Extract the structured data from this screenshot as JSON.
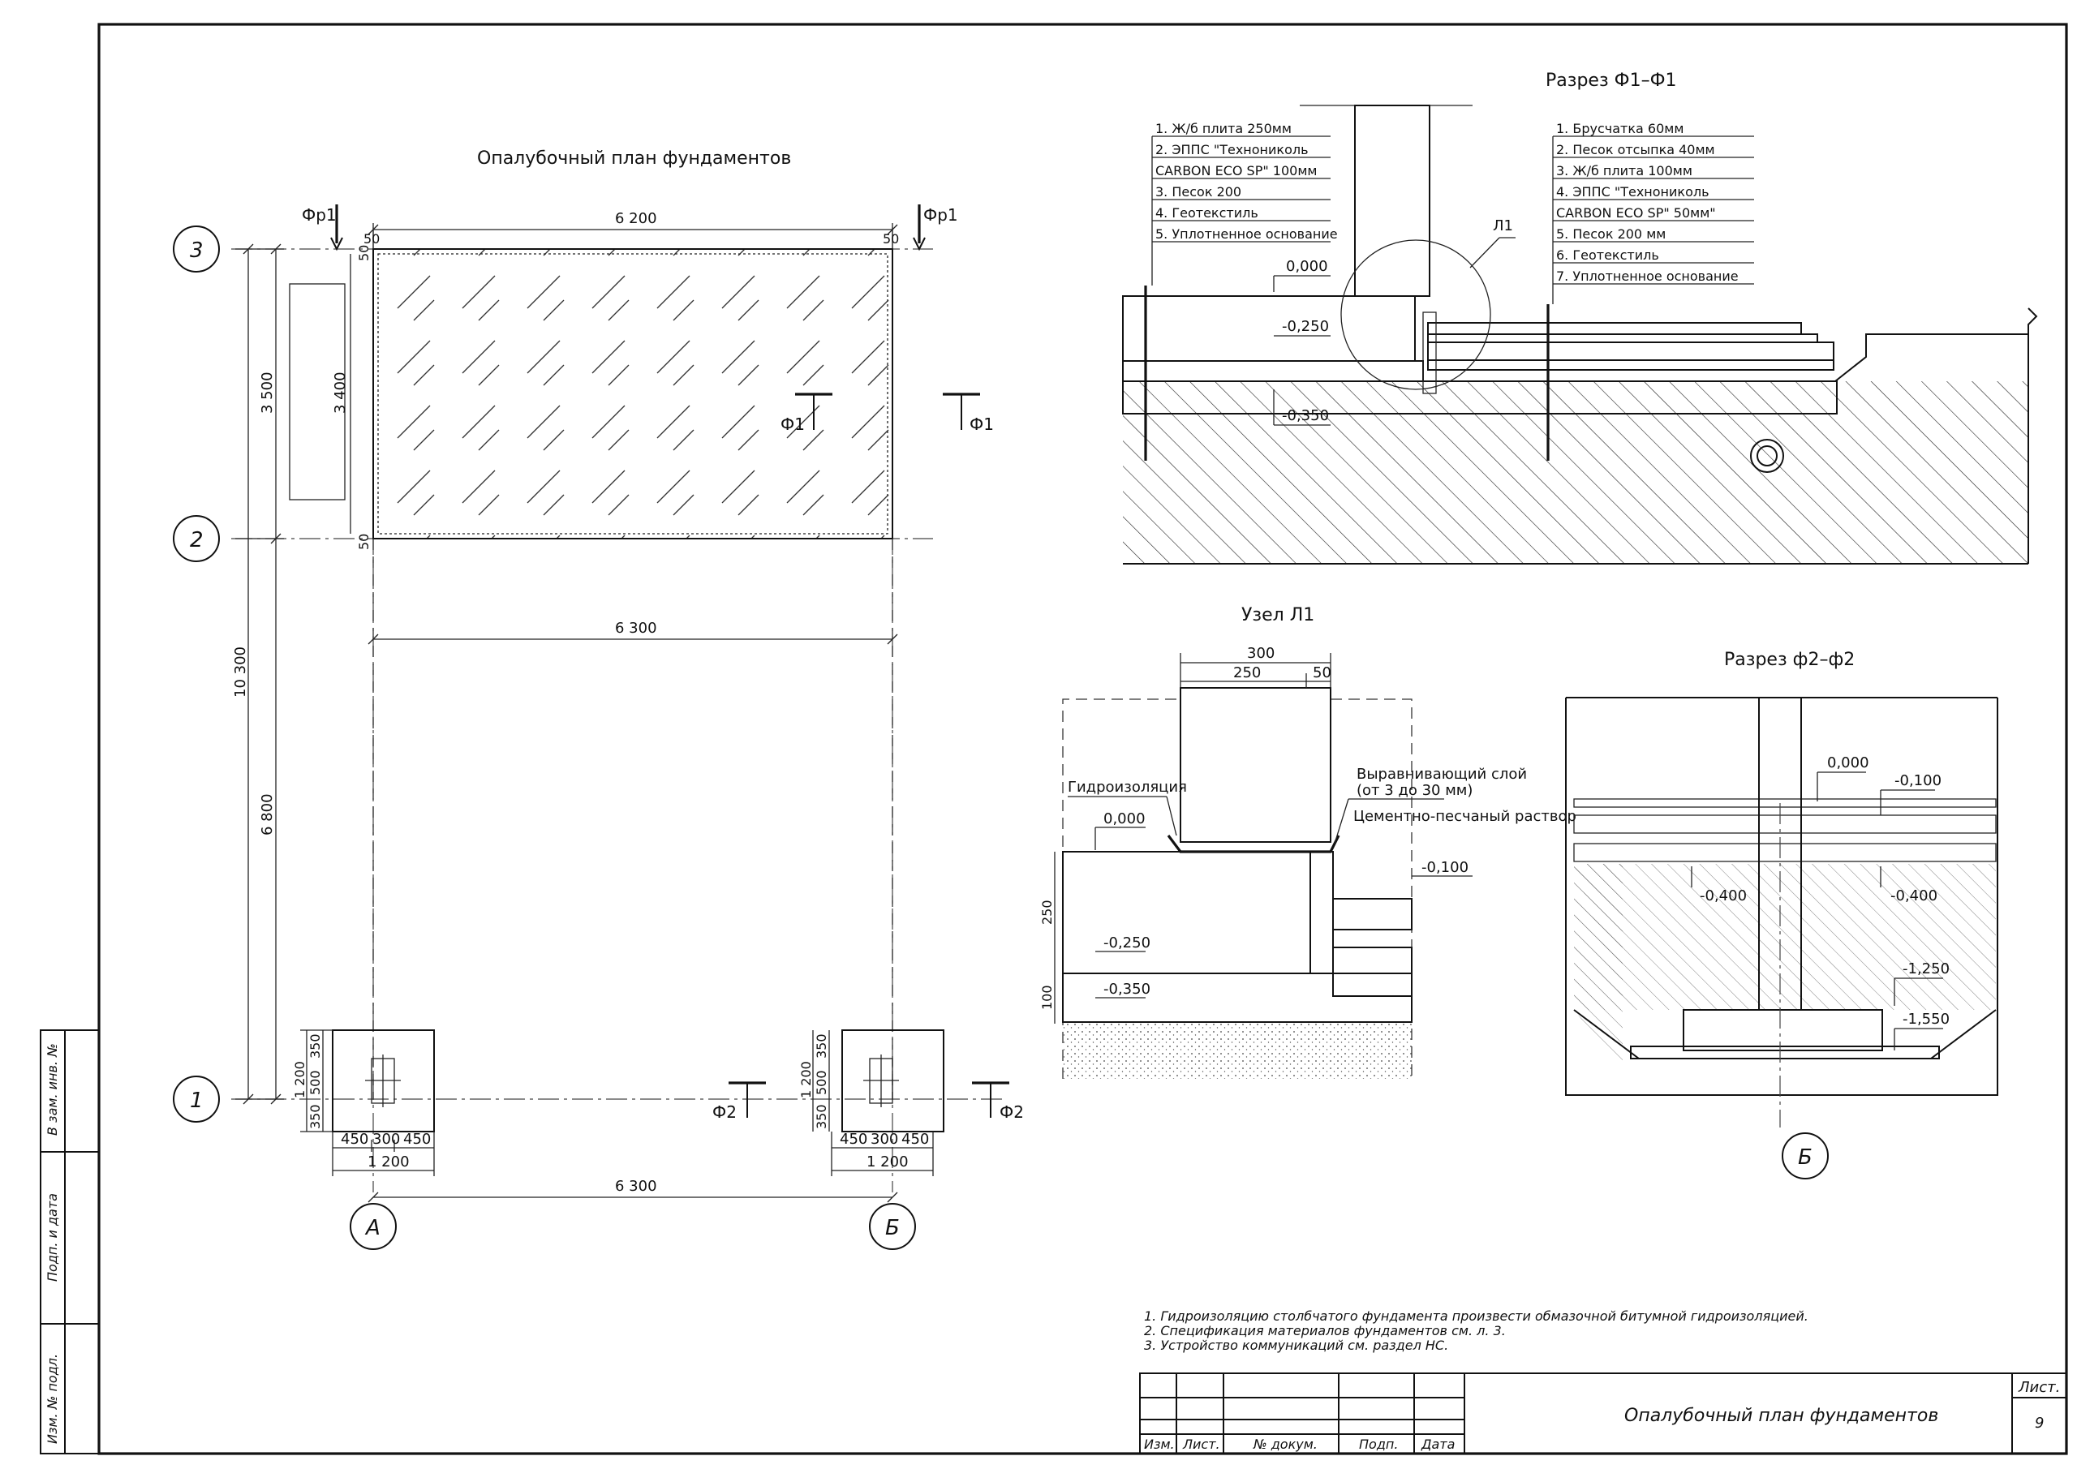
{
  "sheet": {
    "title_plan": "Опалубочный план фундаментов",
    "title_f1": "Разрез Ф1–Ф1",
    "title_node": "Узел Л1",
    "title_f2": "Разрез ф2–ф2"
  },
  "plan": {
    "axes": {
      "a3": "3",
      "a2": "2",
      "a1": "1",
      "aA": "А",
      "aB": "Б"
    },
    "dims": {
      "top": "6 200",
      "top_left": "50",
      "top_right": "50",
      "middle": "6 300",
      "bottom": "6 300",
      "left_total": "10 300",
      "left_upper": "3 500",
      "left_lower": "6 800",
      "inner": "3 400",
      "inner_top": "50",
      "inner_bottom": "50",
      "foot_width": "1 200",
      "foot_parts": [
        "450",
        "300",
        "450"
      ],
      "foot_height": "1 200",
      "foot_vparts": [
        "350",
        "500",
        "350"
      ]
    },
    "sections": {
      "fr1": "Фр1",
      "f1": "Ф1",
      "f2": "Ф2"
    }
  },
  "f1": {
    "left_legend": [
      "1. Ж/б плита 250мм",
      "2. ЭППС \"Технониколь",
      "CARBON ECO SP\" 100мм",
      "3. Песок 200",
      "4. Геотекстиль",
      "5. Уплотненное основание"
    ],
    "right_legend": [
      "1. Брусчатка 60мм",
      "2. Песок отсыпка 40мм",
      "3. Ж/б плита 100мм",
      "4. ЭППС \"Технониколь",
      "CARBON ECO SP\" 50мм\"",
      "5. Песок 200 мм",
      "6. Геотекстиль",
      "7. Уплотненное основание"
    ],
    "levels": {
      "l0": "0,000",
      "l250": "-0,250",
      "l350": "-0,350"
    },
    "node_ref": "Л1"
  },
  "node": {
    "dims": {
      "total": "300",
      "part_a": "250",
      "part_b": "50",
      "v250": "250",
      "v100": "100"
    },
    "labels": {
      "waterproof": "Гидроизоляция",
      "leveling": "Выравнивающий слой",
      "leveling_note": "(от 3 до 30 мм)",
      "mortar": "Цементно-песчаный раствор"
    },
    "levels": {
      "l0": "0,000",
      "l100": "-0,100",
      "l250": "-0,250",
      "l350": "-0,350"
    }
  },
  "f2": {
    "levels": {
      "l0": "0,000",
      "l100": "-0,100",
      "l400a": "-0,400",
      "l400b": "-0,400",
      "l1250": "-1,250",
      "l1550": "-1,550"
    },
    "axis": "Б"
  },
  "notes": [
    "1. Гидроизоляцию столбчатого фундамента произвести обмазочной битумной гидроизоляцией.",
    "2. Спецификация материалов фундаментов см. л. 3.",
    "3. Устройство коммуникаций см. раздел НС."
  ],
  "stamp": {
    "headers": [
      "Изм.",
      "Лист.",
      "№ докум.",
      "Подп.",
      "Дата"
    ],
    "title": "Опалубочный план фундаментов",
    "sheet_label": "Лист.",
    "sheet_no": "9"
  },
  "side": [
    "Изм. № подл.",
    "Подп. и дата",
    "В зам. инв. №"
  ]
}
